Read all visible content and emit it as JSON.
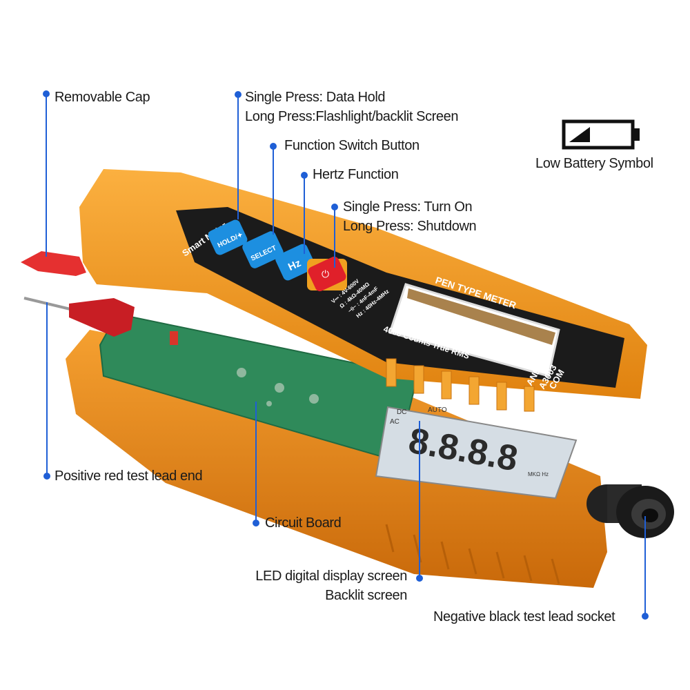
{
  "callouts": {
    "removable_cap": "Removable Cap",
    "hold_line1": "Single Press: Data Hold",
    "hold_line2": "Long Press:Flashlight/backlit Screen",
    "function_switch": "Function Switch Button",
    "hertz": "Hertz Function",
    "power_line1": "Single Press: Turn On",
    "power_line2": "Long Press: Shutdown",
    "low_battery": "Low Battery Symbol",
    "positive_lead": "Positive red test lead end",
    "circuit_board": "Circuit Board",
    "display_line1": "LED digital display screen",
    "display_line2": "Backlit screen",
    "negative_socket": "Negative black test lead socket"
  },
  "device": {
    "smart_meter": "Smart Meter",
    "buttons": [
      "HOLD/✦",
      "SELECT",
      "Hz"
    ],
    "spec_lines": [
      "V⎓ : 4V-600V",
      "Ω : 4kΩ-40MΩ",
      "⊣⊢ : 4nF-4mF",
      "Hz : 40Hz-4MHz"
    ],
    "title": "PEN TYPE METER",
    "counts": "4000 Counts True RMS",
    "brand": "ANENG®",
    "model": "A3003",
    "com": "COM",
    "lcd_digits": "8.8.8.8",
    "lcd_dc": "DC",
    "lcd_ac": "AC",
    "lcd_auto": "AUTO",
    "lcd_units": "MKΩ Hz"
  },
  "colors": {
    "accent": "#1f5fd6",
    "orange": "#f39a1e",
    "pcb": "#2f8a5a"
  }
}
